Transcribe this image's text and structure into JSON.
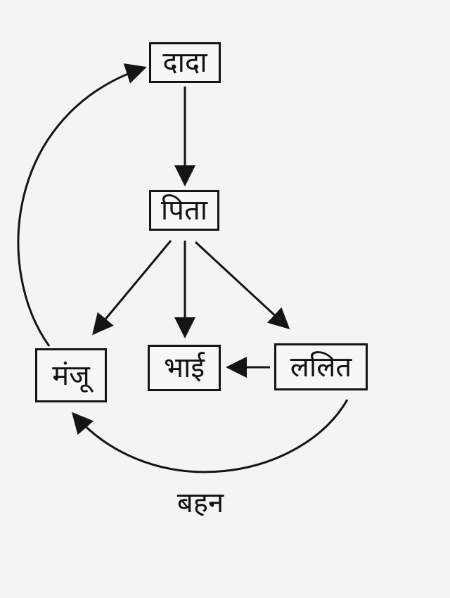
{
  "nodes": {
    "dada": "दादा",
    "pita": "पिता",
    "manju": "मंजू",
    "bhai": "भाई",
    "lalit": "ललित"
  },
  "edge_labels": {
    "lalit_to_manju": "बहन"
  },
  "colors": {
    "ink": "#141414",
    "paper": "#f4f4f2"
  }
}
